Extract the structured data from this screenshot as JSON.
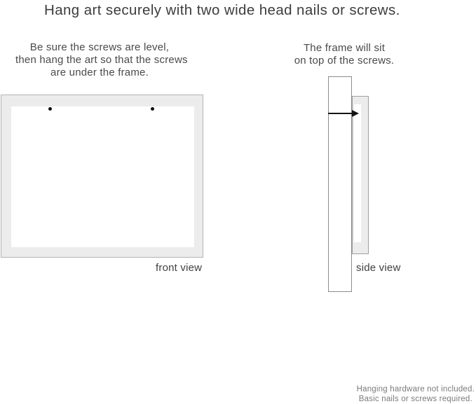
{
  "page": {
    "title": "Hang art securely with two wide head nails or screws."
  },
  "front_view": {
    "instructions": [
      "Be sure the screws are level,",
      "then hang the art so that the screws",
      "are under the frame."
    ],
    "caption": "front view",
    "nail_count": 2
  },
  "side_view": {
    "instructions": [
      "The frame will sit",
      "on top of the screws."
    ],
    "caption": "side view"
  },
  "footnote": [
    "Hanging hardware not included.",
    "Basic nails or screws required."
  ],
  "colors": {
    "background": "#ffffff",
    "frame_fill": "#ececec",
    "frame_border": "#b3b3b3",
    "side_profile_border": "#8c8c8c",
    "text_primary": "#3d3d3d",
    "text_body": "#4a4a4a",
    "text_footnote": "#7a7a7a",
    "nail": "#111111"
  }
}
